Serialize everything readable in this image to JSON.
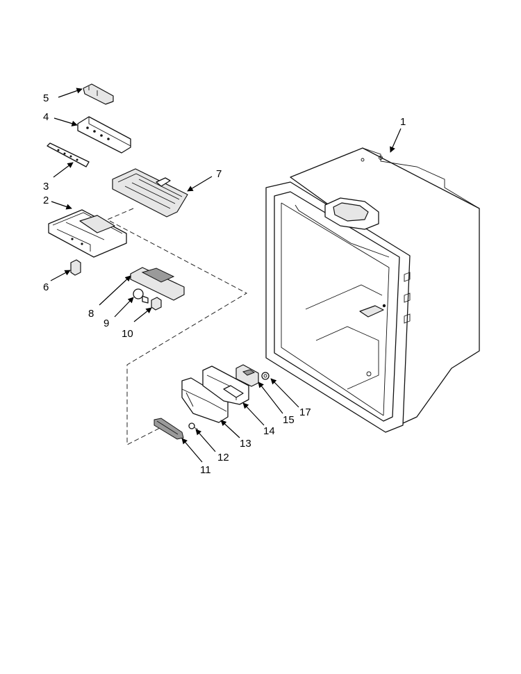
{
  "callouts": [
    {
      "id": "c1",
      "label": "1"
    },
    {
      "id": "c2",
      "label": "2"
    },
    {
      "id": "c3",
      "label": "3"
    },
    {
      "id": "c4",
      "label": "4"
    },
    {
      "id": "c5",
      "label": "5"
    },
    {
      "id": "c6",
      "label": "6"
    },
    {
      "id": "c7",
      "label": "7"
    },
    {
      "id": "c8",
      "label": "8"
    },
    {
      "id": "c9",
      "label": "9"
    },
    {
      "id": "c10",
      "label": "10"
    },
    {
      "id": "c11",
      "label": "11"
    },
    {
      "id": "c12",
      "label": "12"
    },
    {
      "id": "c13",
      "label": "13"
    },
    {
      "id": "c14",
      "label": "14"
    },
    {
      "id": "c15",
      "label": "15"
    },
    {
      "id": "c17",
      "label": "17"
    }
  ]
}
